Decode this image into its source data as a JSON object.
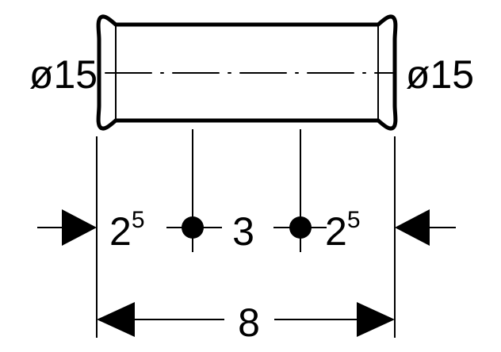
{
  "labels": {
    "diameter_left": "ø15",
    "diameter_right": "ø15",
    "seg_left_base": "2",
    "seg_left_sup": "5",
    "seg_mid": "3",
    "seg_right_base": "2",
    "seg_right_sup": "5",
    "total": "8"
  },
  "colors": {
    "stroke": "#000000",
    "background": "#ffffff"
  }
}
